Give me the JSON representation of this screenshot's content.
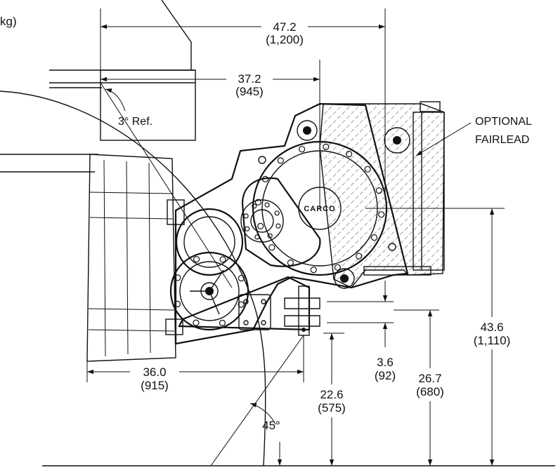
{
  "header_fragment": "kg)",
  "logo_text": "CARCO",
  "dimensions": {
    "top_width": {
      "in": "47.2",
      "mm": "(1,200)"
    },
    "mid_width": {
      "in": "37.2",
      "mm": "(945)"
    },
    "bottom_width": {
      "in": "36.0",
      "mm": "(915)"
    },
    "small_offset": {
      "in": "3.6",
      "mm": "(92)"
    },
    "height_a": {
      "in": "22.6",
      "mm": "(575)"
    },
    "height_b": {
      "in": "26.7",
      "mm": "(680)"
    },
    "height_total": {
      "in": "43.6",
      "mm": "(1,110)"
    }
  },
  "angle_ref": "3° Ref.",
  "angle_45": "45°",
  "optional_label_line1": "OPTIONAL",
  "optional_label_line2": "FAIRLEAD",
  "colors": {
    "ink": "#111111",
    "background": "#ffffff",
    "hatch": "#333333"
  }
}
